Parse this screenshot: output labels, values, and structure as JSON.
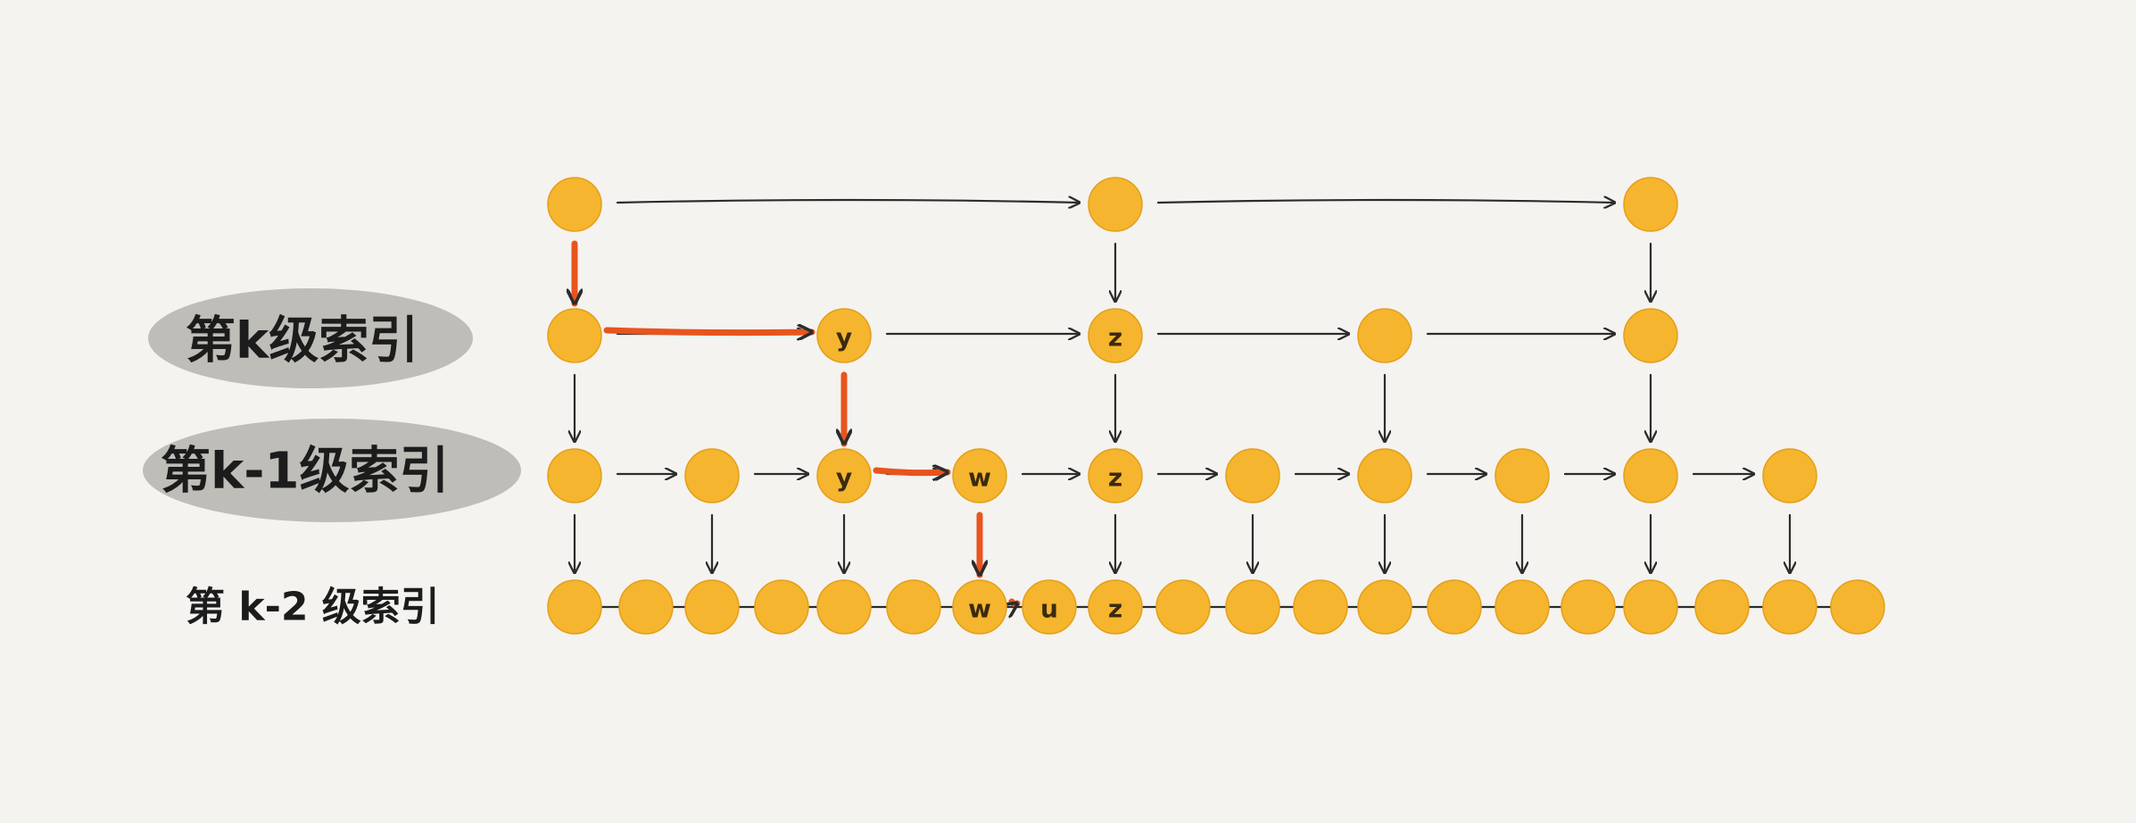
{
  "colors": {
    "background": "#f4f3ef",
    "node": "#f5b52e",
    "node_stroke": "#e49f1a",
    "arrow": "#2c2c2c",
    "path": "#e8541e",
    "label_bubble": "#bebdb7",
    "text": "#1c1c1c"
  },
  "levels": [
    {
      "id": "top",
      "label": "",
      "nodes": [
        "",
        "",
        ""
      ],
      "drawn_as": "handwritten-arrows"
    },
    {
      "id": "k",
      "label": "第k级索引",
      "nodes": [
        "",
        "y",
        "z",
        "",
        ""
      ],
      "drawn_as": "handwritten-arrows"
    },
    {
      "id": "k-1",
      "label": "第k-1级索引",
      "nodes": [
        "",
        "",
        "y",
        "w",
        "z",
        "",
        "",
        "",
        "",
        ""
      ],
      "drawn_as": "handwritten-arrows"
    },
    {
      "id": "k-2",
      "label": "第 k-2 级索引",
      "nodes": [
        "",
        "",
        "",
        "",
        "",
        "",
        "w",
        "u",
        "z",
        "",
        "",
        "",
        "",
        "",
        "",
        "",
        "",
        "",
        "",
        ""
      ],
      "drawn_as": "linked-list"
    }
  ],
  "search_path": [
    "k:0",
    "k:1 (y)",
    "k-1:2 (y)",
    "k-1:3 (w)",
    "k-2:6 (w)",
    "k-2:7 (u)"
  ]
}
